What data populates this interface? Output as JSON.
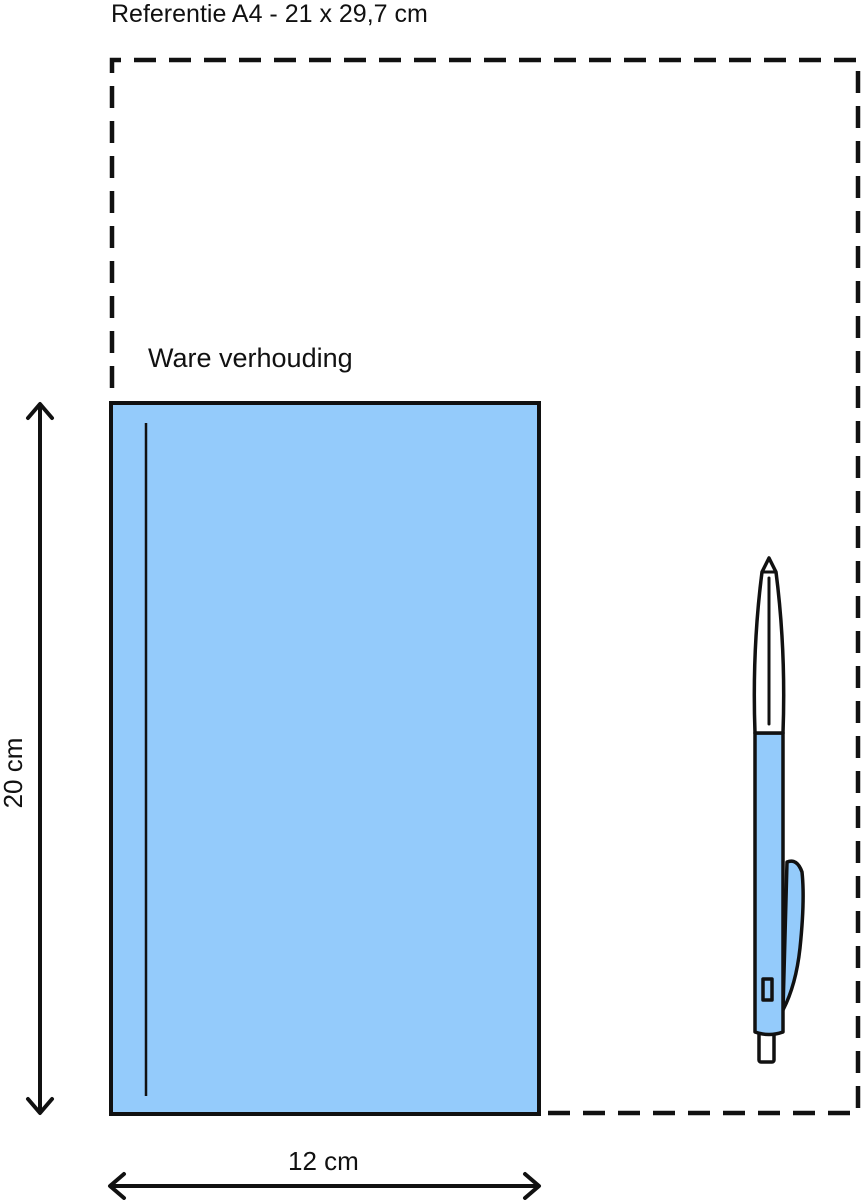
{
  "diagram": {
    "reference_title": "Referentie A4 - 21 x 29,7 cm",
    "true_ratio_label": "Ware verhouding",
    "height_label": "20 cm",
    "width_label": "12 cm"
  },
  "colors": {
    "notebook_fill": "#94CBFB",
    "outline": "#111111",
    "pen_tip": "#ffffff",
    "background": "#ffffff"
  },
  "icons": {
    "pen": "pen-icon",
    "notebook": "notebook-icon",
    "height_arrow": "double-arrow-vertical-icon",
    "width_arrow": "double-arrow-horizontal-icon"
  }
}
